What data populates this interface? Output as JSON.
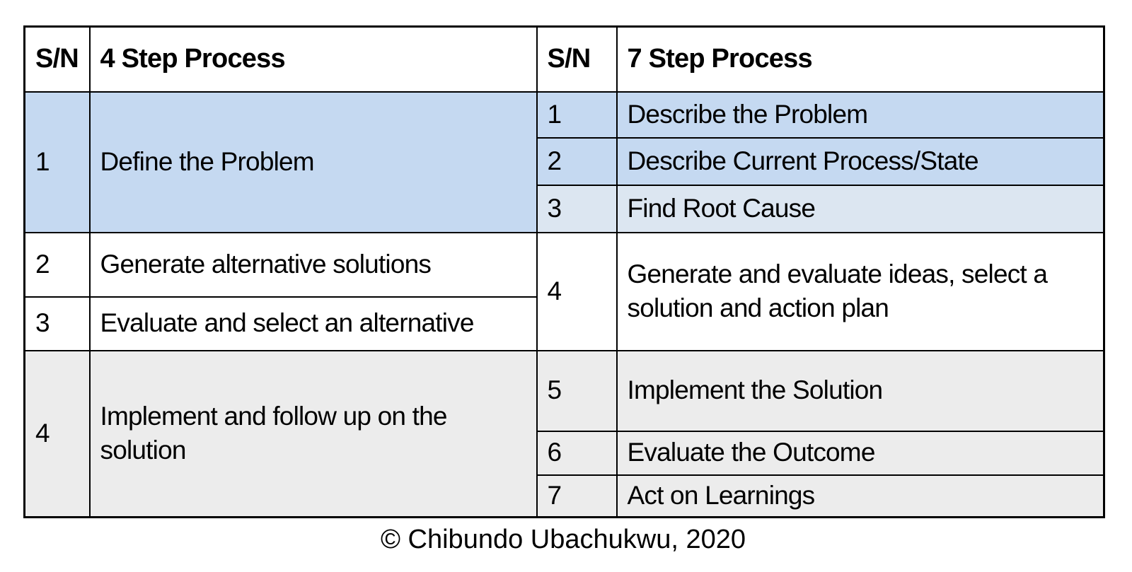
{
  "table": {
    "four_step": {
      "sn_header": "S/N",
      "title": "4 Step Process",
      "rows": [
        {
          "sn": "1",
          "label": "Define the Problem"
        },
        {
          "sn": "2",
          "label": "Generate alternative solutions"
        },
        {
          "sn": "3",
          "label": "Evaluate and select an alternative"
        },
        {
          "sn": "4",
          "label": "Implement and follow up on the solution"
        }
      ]
    },
    "seven_step": {
      "sn_header": "S/N",
      "title": "7 Step Process",
      "rows": [
        {
          "sn": "1",
          "label": "Describe the Problem"
        },
        {
          "sn": "2",
          "label": "Describe Current Process/State"
        },
        {
          "sn": "3",
          "label": "Find Root Cause"
        },
        {
          "sn": "4",
          "label": "Generate and evaluate ideas, select a solution and action plan"
        },
        {
          "sn": "5",
          "label": "Implement the Solution"
        },
        {
          "sn": "6",
          "label": "Evaluate the Outcome"
        },
        {
          "sn": "7",
          "label": "Act on Learnings"
        }
      ]
    },
    "colors": {
      "highlight_blue": "#c5d9f1",
      "highlight_light_blue": "#dce6f1",
      "highlight_gray": "#ececec",
      "border": "#000000"
    }
  },
  "footer": {
    "credit": "© Chibundo Ubachukwu, 2020"
  }
}
